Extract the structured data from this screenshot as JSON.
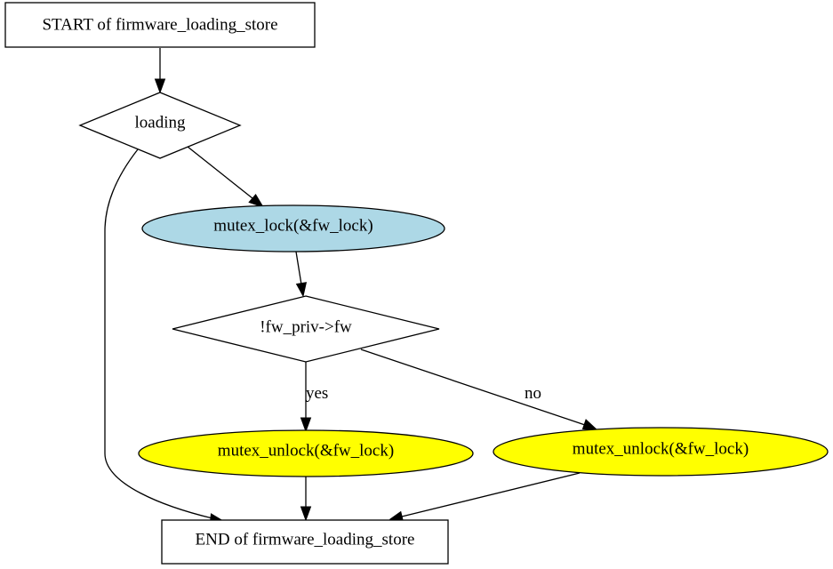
{
  "nodes": {
    "start": {
      "label": "START of firmware_loading_store",
      "fill": "#ffffff"
    },
    "loading": {
      "label": "loading",
      "fill": "#ffffff"
    },
    "mutex_lock": {
      "label": "mutex_lock(&fw_lock)",
      "fill": "#add8e6"
    },
    "fw_check": {
      "label": "!fw_priv->fw",
      "fill": "#ffffff"
    },
    "unlock_yes": {
      "label": "mutex_unlock(&fw_lock)",
      "fill": "#ffff00"
    },
    "unlock_no": {
      "label": "mutex_unlock(&fw_lock)",
      "fill": "#ffff00"
    },
    "end": {
      "label": "END of firmware_loading_store",
      "fill": "#ffffff"
    }
  },
  "edges": {
    "check_yes": {
      "label": "yes"
    },
    "check_no": {
      "label": "no"
    }
  }
}
